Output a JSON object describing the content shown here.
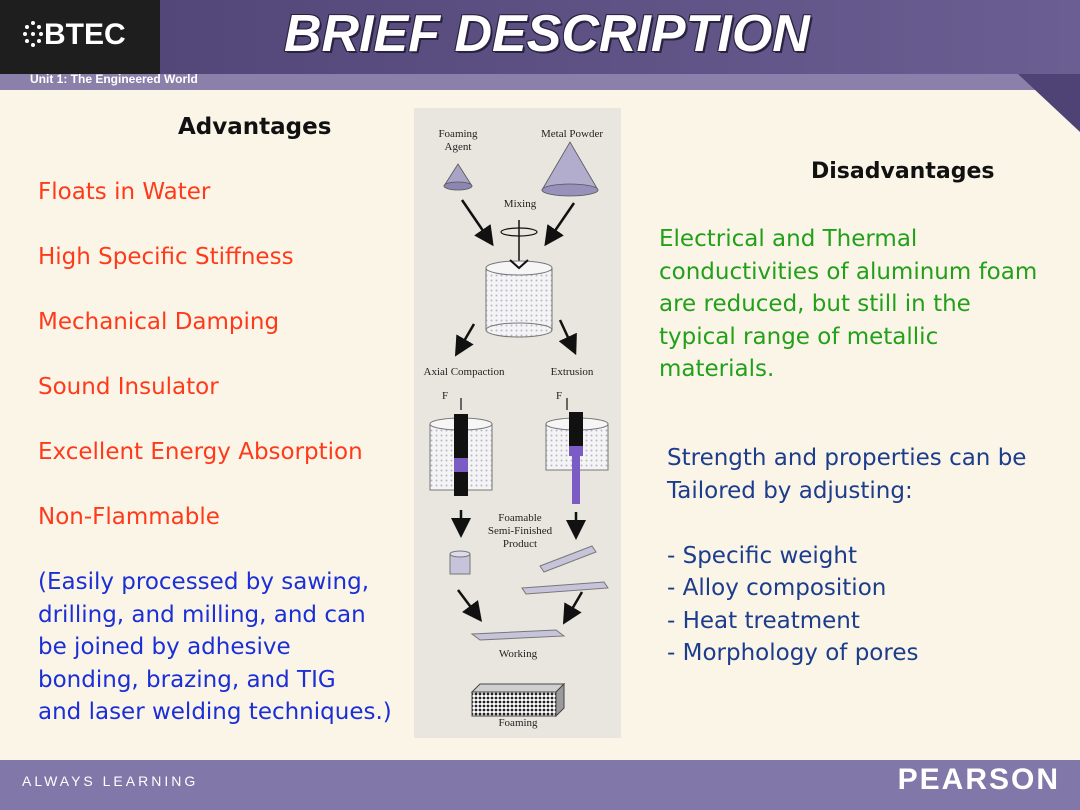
{
  "header": {
    "logo": "BTEC",
    "title": "BRIEF DESCRIPTION",
    "subtitle": "Unit 1: The Engineered World"
  },
  "advantages": {
    "heading": "Advantages",
    "items": [
      "Floats in Water",
      "High Specific Stiffness",
      "Mechanical Damping",
      "Sound Insulator",
      "Excellent Energy Absorption",
      "Non-Flammable"
    ],
    "note_lines": [
      "(Easily processed by sawing,",
      "drilling, and milling, and can",
      "be joined by adhesive",
      "bonding, brazing, and TIG",
      "and laser welding techniques.)"
    ]
  },
  "disadvantages": {
    "heading": "Disadvantages",
    "lines": [
      "Electrical and Thermal",
      "conductivities of aluminum foam",
      "are reduced, but still in the",
      "typical range of metallic",
      "materials."
    ]
  },
  "tailoring": {
    "intro_lines": [
      "Strength and properties can be",
      "Tailored by adjusting:"
    ],
    "items": [
      "- Specific weight",
      "- Alloy composition",
      "- Heat treatment",
      "- Morphology of pores"
    ]
  },
  "diagram": {
    "foaming_agent_line1": "Foaming",
    "foaming_agent_line2": "Agent",
    "metal_powder": "Metal Powder",
    "mixing": "Mixing",
    "axial_compaction": "Axial Compaction",
    "extrusion": "Extrusion",
    "force_left": "F",
    "force_right": "F",
    "semi_line1": "Foamable",
    "semi_line2": "Semi-Finished",
    "semi_line3": "Product",
    "working": "Working",
    "foaming": "Foaming"
  },
  "footer": {
    "tagline": "ALWAYS LEARNING",
    "brand": "PEARSON"
  },
  "colors": {
    "advantages": "#ff3a1a",
    "note": "#1b2fd6",
    "disadvantages": "#22a01a",
    "tailoring": "#1c3c8c",
    "band": "#8178a9"
  }
}
